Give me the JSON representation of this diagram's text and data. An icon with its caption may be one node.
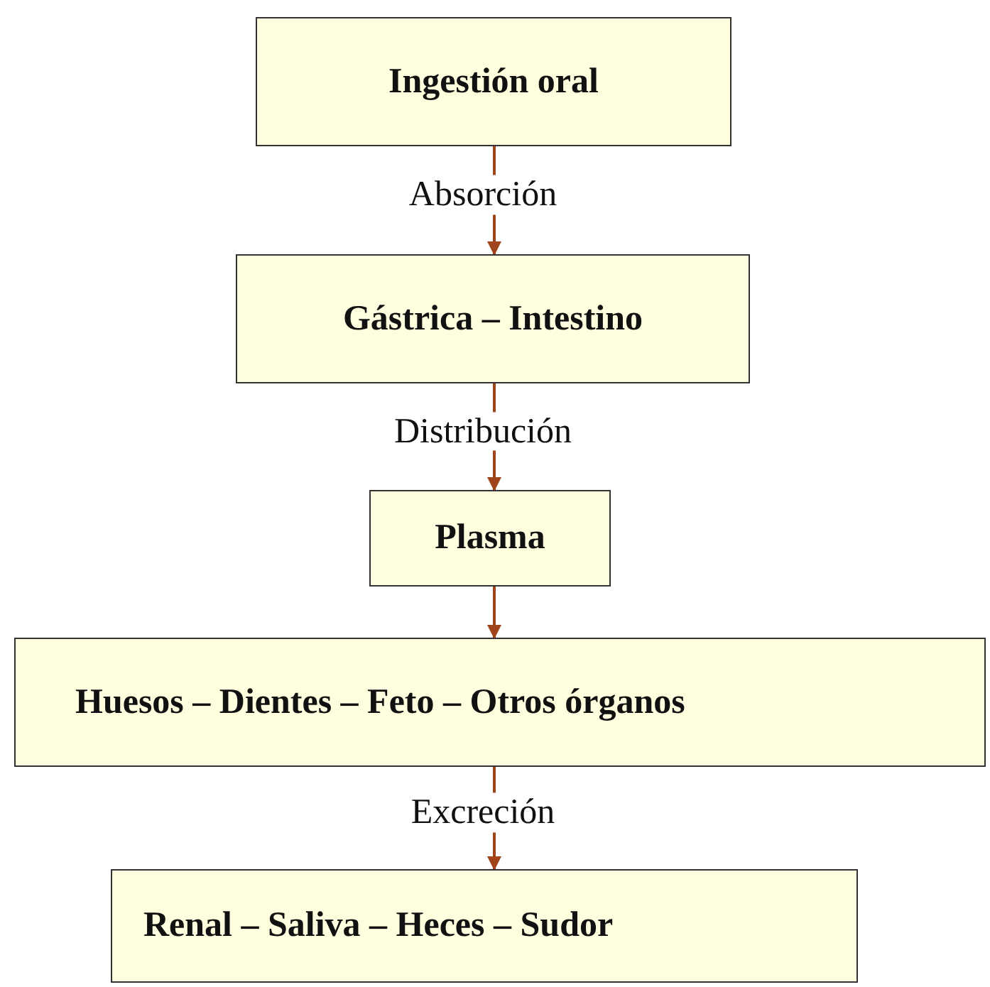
{
  "diagram": {
    "nodes": [
      {
        "text": [
          "Ingestión oral"
        ]
      },
      {
        "text": [
          "Gástrica – Intestino"
        ]
      },
      {
        "text": [
          "Plasma"
        ]
      },
      {
        "text": [
          "Huesos – Dientes – Feto – Otros órganos"
        ]
      },
      {
        "text": [
          "Renal – Saliva – Heces – Sudor"
        ]
      }
    ],
    "edges": [
      {
        "from": 0,
        "to": 1,
        "arrow": "to",
        "label": "Absorción"
      },
      {
        "from": 1,
        "to": 2,
        "arrow": "to",
        "label": "Distribución"
      },
      {
        "from": 2,
        "to": 3,
        "arrow": "to"
      },
      {
        "from": 3,
        "to": 4,
        "arrow": "to",
        "label": "Excreción"
      }
    ]
  }
}
